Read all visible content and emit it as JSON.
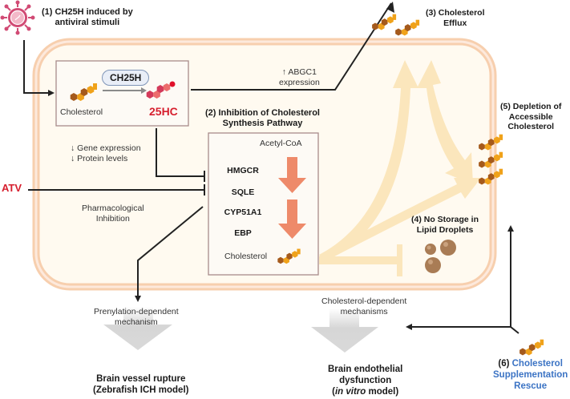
{
  "colors": {
    "membrane": "#f7cfae",
    "cytoplasm": "#fffaf0",
    "flux_arrow": "#fbe6bc",
    "enzyme_arrow": "#ee8a6a",
    "inhibitor": "#d61f2e",
    "rescue": "#3b73c4",
    "virus": "#d14a74",
    "droplet": "#a97c55",
    "outcome_arrow": "#d9d9d9"
  },
  "labels": {
    "step1_line1": "(1) CH25H induced by",
    "step1_line2": "antiviral stimuli",
    "enzyme_pill": "CH25H",
    "cholesterol_left": "Cholesterol",
    "product": "25HC",
    "abgc1_line1": "↑ ABGC1",
    "abgc1_line2": "expression",
    "step2_line1": "(2) Inhibition of Cholesterol",
    "step2_line2": "Synthesis Pathway",
    "gene_expr": "↓ Gene expression",
    "protein_levels": "↓ Protein levels",
    "inhibitor": "ATV",
    "pharm_line1": "Pharmacological",
    "pharm_line2": "Inhibition",
    "step3_line1": "(3) Cholesterol",
    "step3_line2": "Efflux",
    "step4_line1": "(4) No Storage in",
    "step4_line2": "Lipid Droplets",
    "step5_line1": "(5) Depletion of",
    "step5_line2": "Accessible",
    "step5_line3": "Cholesterol",
    "step6_prefix": "(6) ",
    "step6_line1": "Cholesterol",
    "step6_line2": "Supplementation",
    "step6_line3": "Rescue",
    "prenyl_line1": "Prenylation-dependent",
    "prenyl_line2": "mechanism",
    "choldep_line1": "Cholesterol-dependent",
    "choldep_line2": "mechanisms",
    "outcome1_line1": "Brain vessel rupture",
    "outcome1_line2": "(Zebrafish ICH model)",
    "outcome2_line1": "Brain endothelial",
    "outcome2_line2": "dysfunction",
    "outcome2_italic": "in vitro",
    "outcome2_suffix": " model)",
    "outcome2_prefix": "("
  },
  "pathway": {
    "start": "Acetyl-CoA",
    "enzymes": [
      "HMGCR",
      "SQLE",
      "CYP51A1",
      "EBP"
    ],
    "end": "Cholesterol"
  }
}
